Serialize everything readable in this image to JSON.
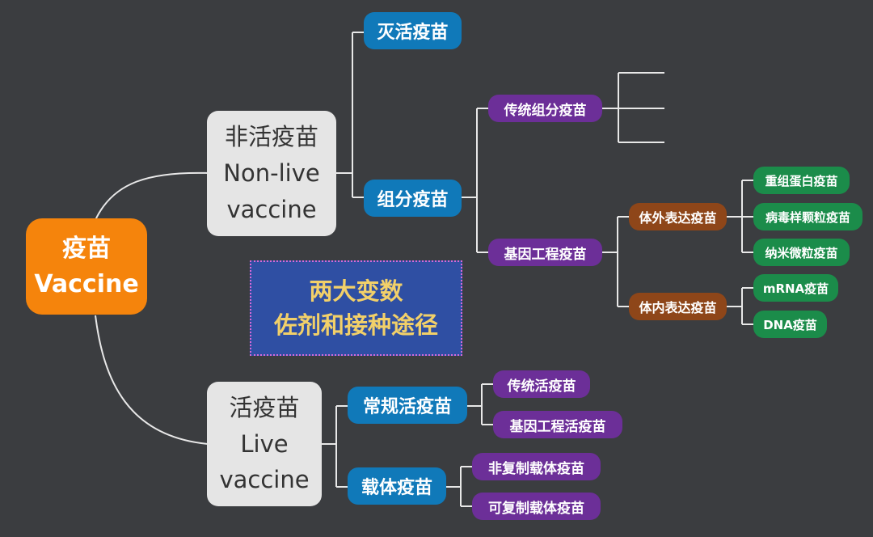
{
  "root": {
    "line1": "疫苗",
    "line2": "Vaccine"
  },
  "nonlive": {
    "line1": "非活疫苗",
    "line2": "Non-live",
    "line3": "vaccine"
  },
  "live": {
    "line1": "活疫苗",
    "line2": "Live",
    "line3": "vaccine"
  },
  "inactivated": "灭活疫苗",
  "subunit": "组分疫苗",
  "traditional_subunit": "传统组分疫苗",
  "genetic_engineering": "基因工程疫苗",
  "in_vitro": "体外表达疫苗",
  "in_vivo": "体内表达疫苗",
  "recombinant_protein": "重组蛋白疫苗",
  "vlp": "病毒样颗粒疫苗",
  "nanoparticle": "纳米微粒疫苗",
  "mrna": "mRNA疫苗",
  "dna": "DNA疫苗",
  "conventional_live": "常规活疫苗",
  "vector": "载体疫苗",
  "traditional_live": "传统活疫苗",
  "genetic_live": "基因工程活疫苗",
  "non_replicating_vector": "非复制载体疫苗",
  "replicating_vector": "可复制载体疫苗",
  "note": {
    "line1": "两大变数",
    "line2": "佐剂和接种途径"
  },
  "colors": {
    "background": "#3b3d40",
    "root": "#f5840c",
    "level1": "#e5e5e5",
    "level2": "#1079b9",
    "level3": "#6c2f98",
    "level4": "#8e4619",
    "level5": "#1b8c4a",
    "note_fill": "#2f4fa3",
    "note_border": "#d56ad9",
    "note_text": "#f2d069",
    "connector": "#e8e8e8"
  }
}
